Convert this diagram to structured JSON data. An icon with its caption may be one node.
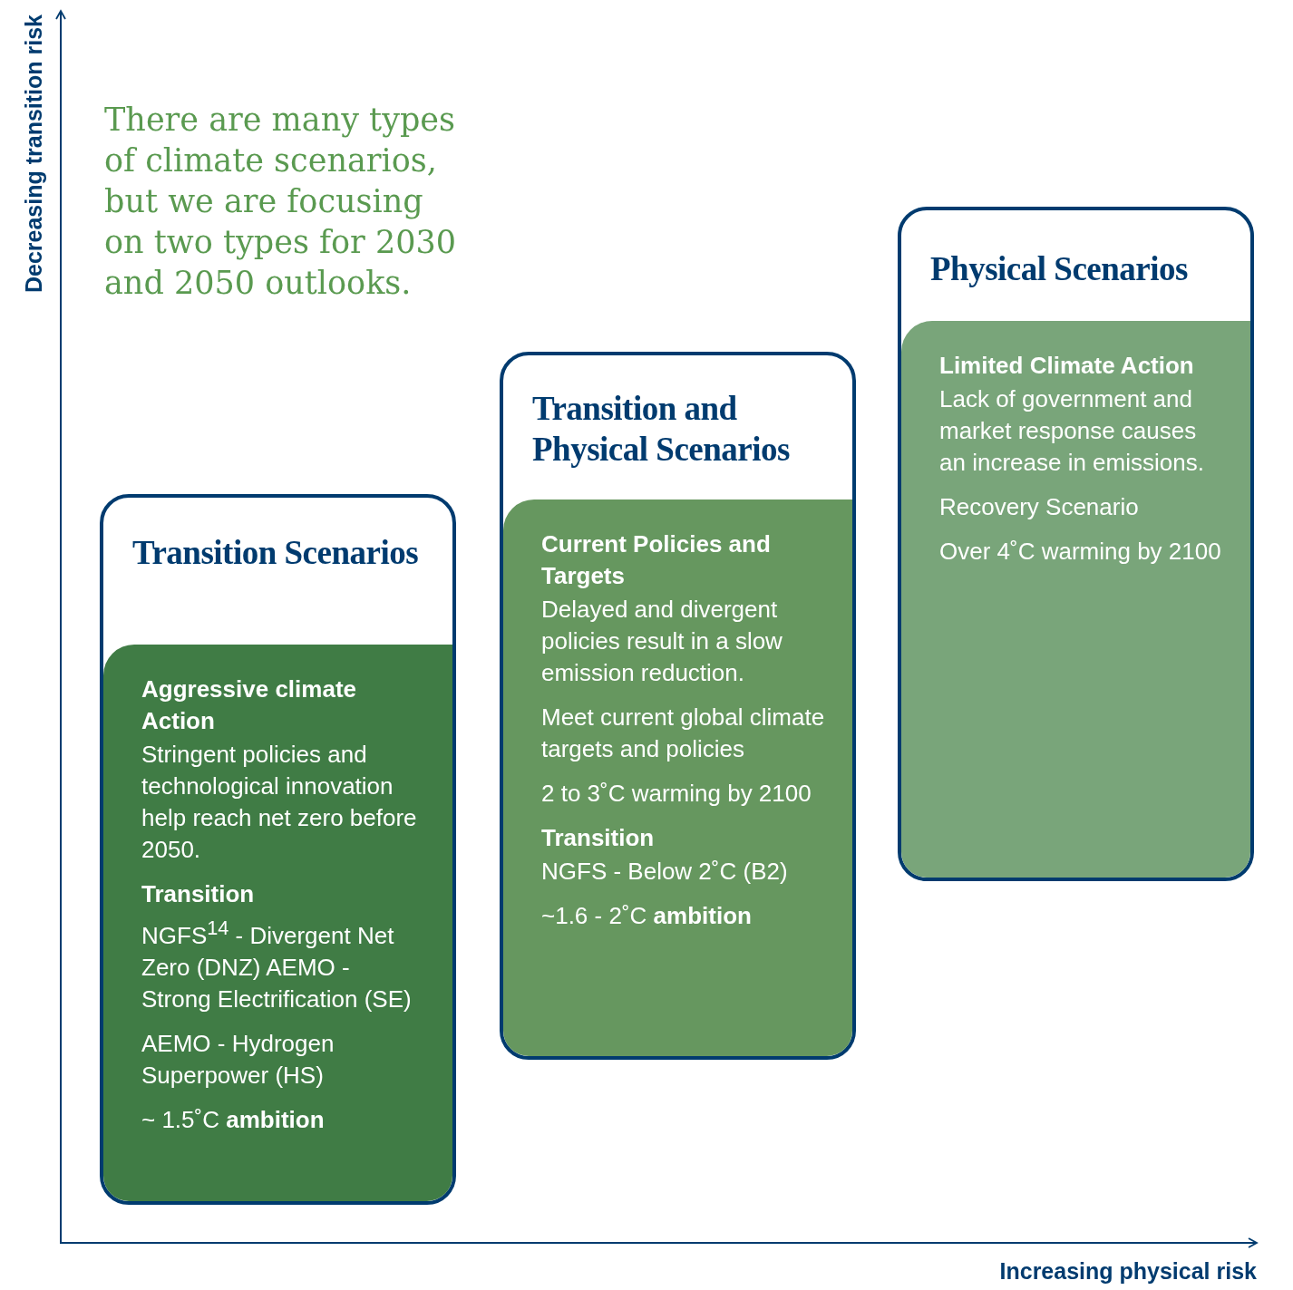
{
  "diagram": {
    "nodes": [
      {
        "text": [
          "Transition Scenarios"
        ]
      },
      {
        "text": [
          "Aggressive climate Action",
          "Stringent policies and technological innovation help reach net zero before 2050.",
          "Transition",
          "NGFS$^{14}$ - Divergent Net Zero (DNZ) AEMO - Strong Electrification (SE)",
          "AEMO - Hydrogen Superpower (HS)",
          "~ 1.5˚C **ambition**"
        ],
        "in": 0
      },
      {
        "text": [
          "Transition and Physical Scenarios"
        ]
      },
      {
        "text": [
          "Current Policies and Targets",
          "Delayed and divergent policies result in a slow emission reduction.",
          "Meet current global climate targets and policies",
          "2 to 3˚C warming by 2100",
          "Transition",
          "NGFS - Below 2˚C (B2)",
          "~1.6 - 2˚C **ambition**"
        ],
        "in": 2
      },
      {
        "text": [
          "Physical Scenarios"
        ]
      },
      {
        "text": [
          "Limited Climate Action",
          "Lack of government and market response causes an increase in emissions.",
          "Recovery Scenario",
          "Over 4˚C warming by 2100"
        ],
        "in": 4
      }
    ],
    "edges": [],
    "labels": [
      "Decreasing transition risk",
      "There are many types of climate scenarios, but we are focusing on two types for 2030 and 2050 outlooks.",
      "Increasing physical risk"
    ]
  }
}
